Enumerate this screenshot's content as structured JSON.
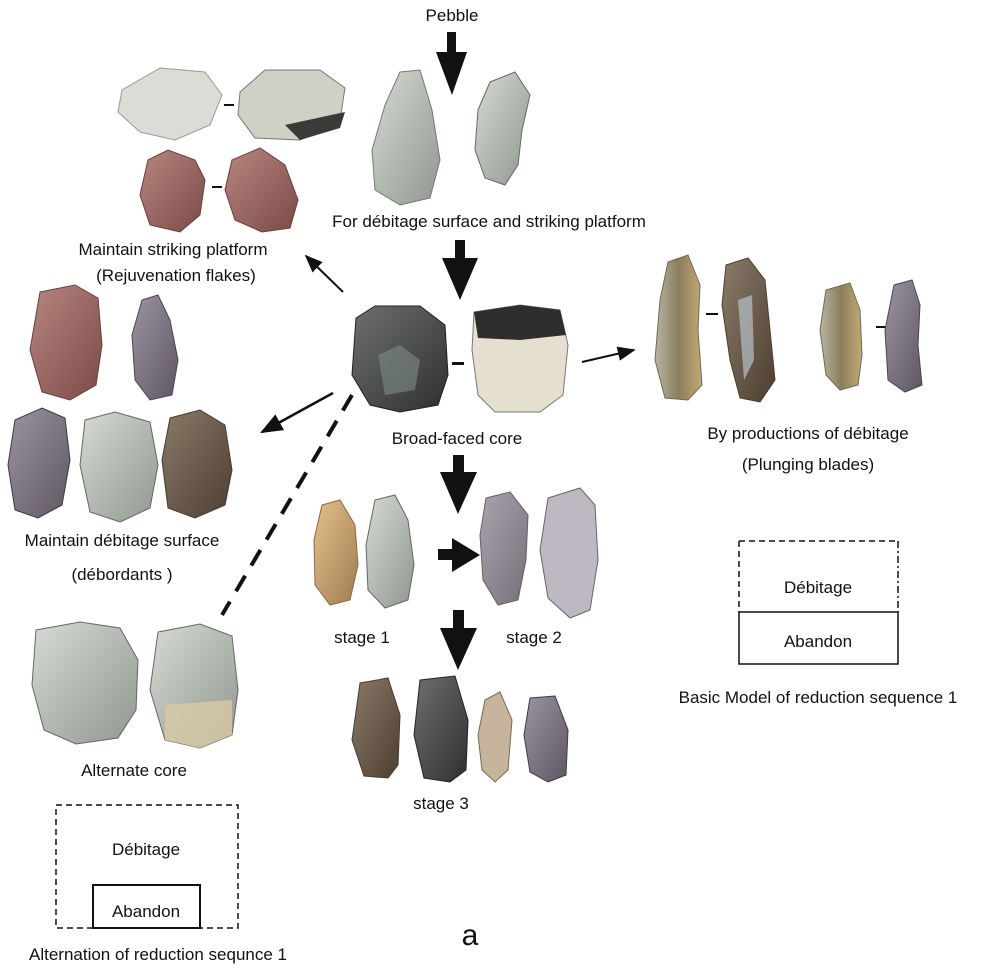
{
  "labels": {
    "pebble": "Pebble",
    "prepare": "For débitage surface and striking platform",
    "maintain_platform": "Maintain striking platform",
    "rejuvenation": "(Rejuvenation flakes)",
    "broad_core": "Broad-faced core",
    "byproducts": "By productions of débitage",
    "plunging": "(Plunging blades)",
    "maintain_surface": "Maintain débitage surface",
    "debordants": "(débordants )",
    "stage1": "stage 1",
    "stage2": "stage 2",
    "stage3": "stage 3",
    "alternate_core": "Alternate core",
    "panel_letter": "a"
  },
  "model1": {
    "top": "Débitage",
    "bottom": "Abandon",
    "caption": "Basic Model of reduction sequence 1"
  },
  "model2": {
    "outer": "Débitage",
    "inner": "Abandon",
    "caption": "Alternation of reduction sequnce 1"
  },
  "colors": {
    "arrow": "#111111",
    "grey_stone": "#a9b0a8",
    "dark_stone": "#4a4a48",
    "red_stone": "#9a6a64",
    "purple_stone": "#7f7580",
    "tan_stone": "#c9a070"
  }
}
